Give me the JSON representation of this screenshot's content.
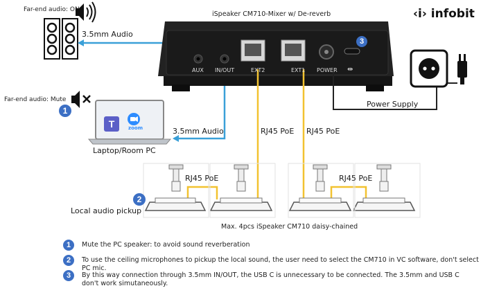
{
  "title": "iSpeaker CM710-Mixer w/ De-reverb",
  "logo_text": "infobit",
  "labels": {
    "far_end_on": "Far-end audio: ON",
    "far_end_mute": "Far-end audio: Mute",
    "audio_35_top": "3.5mm Audio",
    "audio_35_laptop": "3.5mm Audio",
    "laptop": "Laptop/Room PC",
    "zoom": "zoom",
    "rj45_left": "RJ45 PoE",
    "rj45_ext2": "RJ45 PoE",
    "rj45_ext1": "RJ45 PoE",
    "rj45_right": "RJ45 PoE",
    "power_supply": "Power Supply",
    "local_pickup": "Local audio pickup",
    "daisy_chain": "Max. 4pcs iSpeaker CM710 daisy-chained"
  },
  "ports": {
    "aux": "AUX",
    "inout": "IN/OUT",
    "ext2": "EXT2",
    "ext1": "EXT1",
    "power": "POWER"
  },
  "badges": {
    "one": "1",
    "two": "2",
    "three": "3"
  },
  "notes": [
    {
      "num": "1",
      "text": "Mute the PC speaker: to avoid sound reverberation"
    },
    {
      "num": "2",
      "text": "To use the ceiling microphones to pickup the local sound, the user need to select the CM710 in VC software, don't select PC mic."
    },
    {
      "num": "3",
      "text": "By this way connection through 3.5mm IN/OUT, the USB C is unnecessary to be connected. The 3.5mm and USB C don't work simutaneously."
    }
  ],
  "colors": {
    "blue_cable": "#3aa0d8",
    "yellow_cable": "#f2c230",
    "black_cable": "#222222",
    "badge": "#3c6fc4",
    "device": "#1c1c1c"
  }
}
